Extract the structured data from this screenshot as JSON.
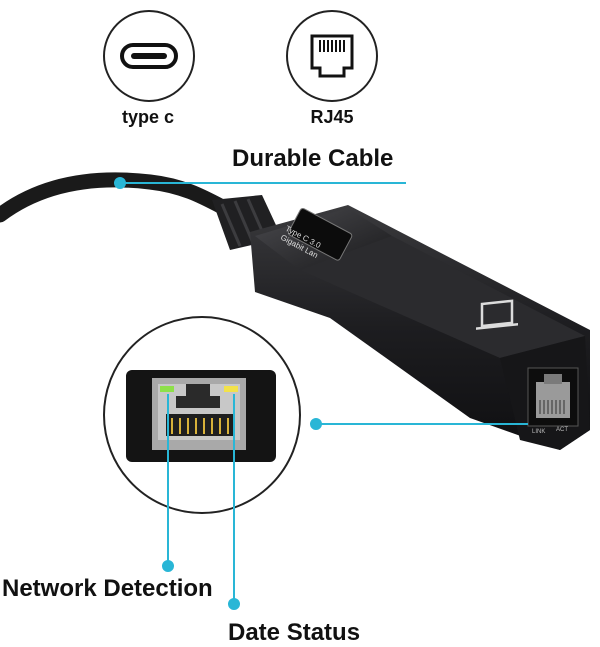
{
  "features": {
    "type_c": {
      "label": "type c",
      "icon": "usb-c-icon"
    },
    "rj45": {
      "label": "RJ45",
      "icon": "rj45-port-icon"
    }
  },
  "adapter": {
    "print_line1": "Type C 3.0",
    "print_line2": "Gigabit Lan",
    "port_label_left": "LINK",
    "port_label_right": "ACT",
    "body_icon": "network-computer-icon"
  },
  "callouts": {
    "cable": "Durable Cable",
    "network_detection": "Network Detection",
    "data_status": "Date Status"
  },
  "colors": {
    "accent": "#29b6d6",
    "body": "#1c1c1e",
    "led_green": "#8ee04a",
    "led_yellow": "#f2e24a"
  }
}
